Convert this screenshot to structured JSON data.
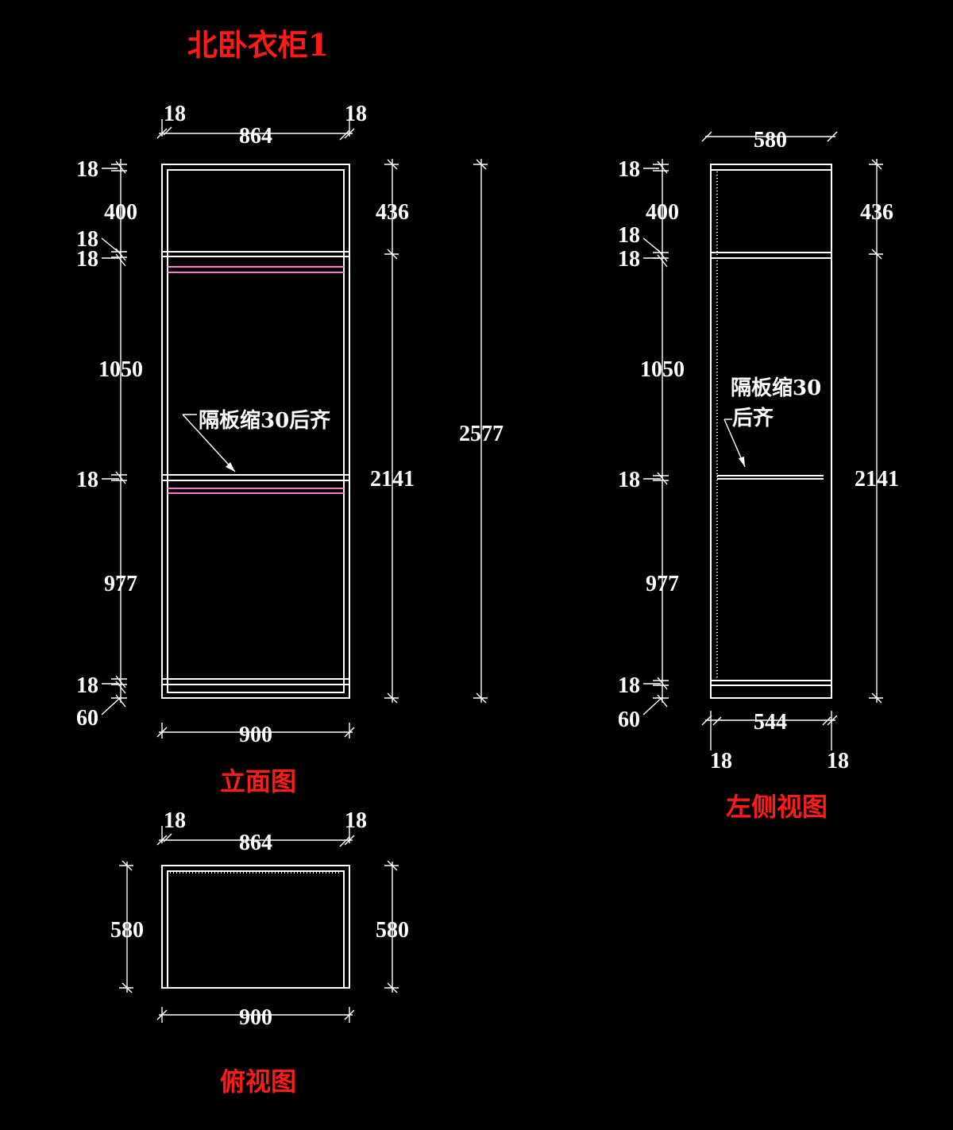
{
  "title": "北卧衣柜1",
  "views": {
    "elevation": {
      "label": "立面图",
      "top_dims": {
        "left_side": "18",
        "inner_width": "864",
        "right_side": "18"
      },
      "bottom_width": "900",
      "left_dims": {
        "top_panel": "18",
        "top_space": "400",
        "shelf1_top": "18",
        "shelf1_bottom": "18",
        "middle_space": "1050",
        "shelf2": "18",
        "lower_space": "977",
        "bottom_panel": "18",
        "plinth": "60"
      },
      "right_dims": {
        "upper": "436",
        "lower": "2141"
      },
      "total_height": "2577",
      "note": "隔板缩30后齐"
    },
    "side": {
      "label": "左侧视图",
      "top_width": "580",
      "left_dims": {
        "top_panel": "18",
        "top_space": "400",
        "shelf1_top": "18",
        "shelf1_bottom": "18",
        "middle_space": "1050",
        "shelf2": "18",
        "lower_space": "977",
        "bottom_panel": "18",
        "plinth": "60"
      },
      "right_dims": {
        "upper": "436",
        "lower": "2141"
      },
      "bottom_dims": {
        "inner_depth": "544",
        "left": "18",
        "right": "18"
      },
      "note_line1": "隔板缩30",
      "note_line2": "后齐"
    },
    "plan": {
      "label": "俯视图",
      "top_dims": {
        "left_side": "18",
        "inner_width": "864",
        "right_side": "18"
      },
      "left_depth": "580",
      "right_depth": "580",
      "bottom_width": "900"
    }
  }
}
